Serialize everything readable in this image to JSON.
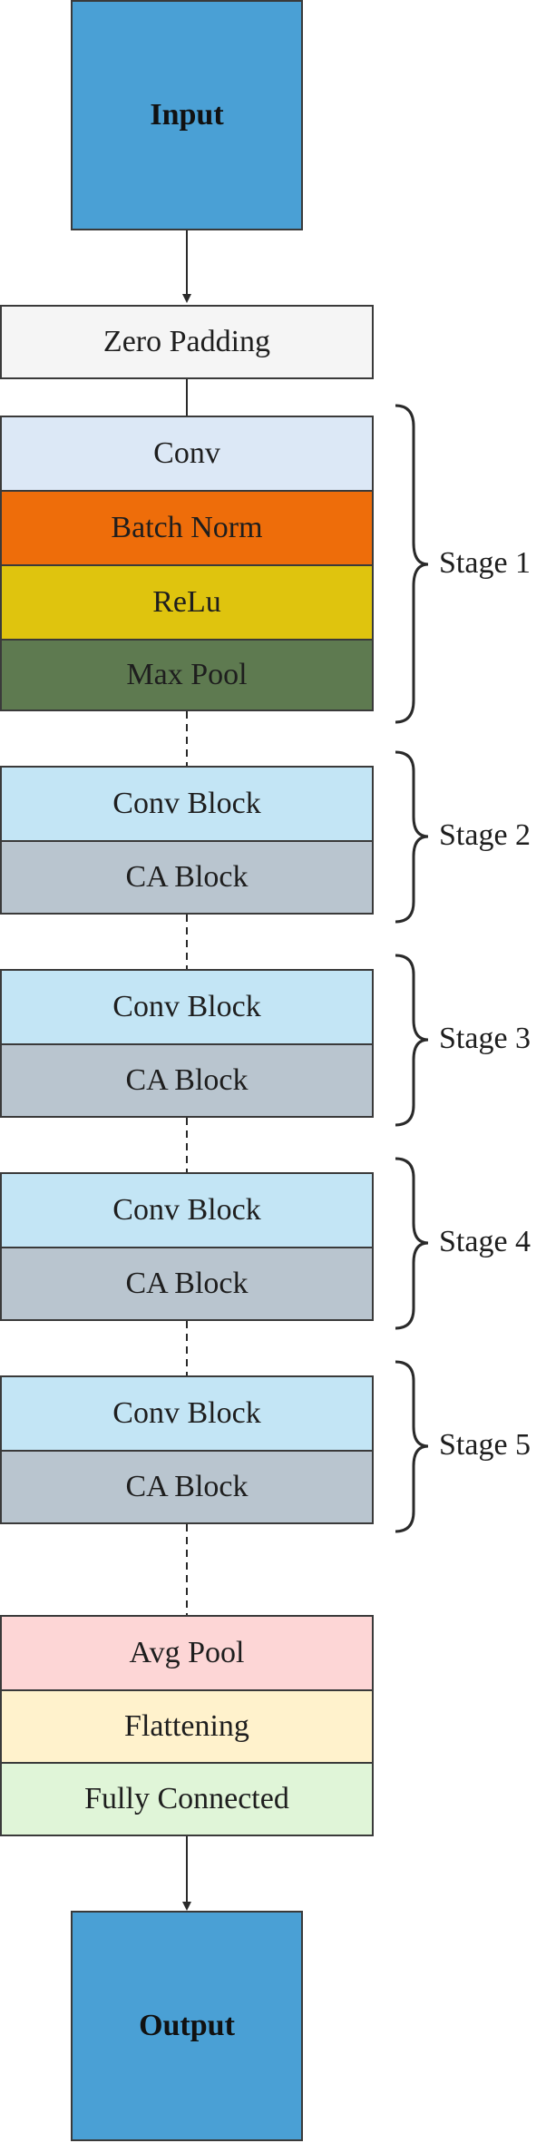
{
  "input_label": "Input",
  "output_label": "Output",
  "zero_padding": "Zero Padding",
  "stage1": {
    "label": "Stage 1",
    "layers": [
      "Conv",
      "Batch Norm",
      "ReLu",
      "Max Pool"
    ]
  },
  "stages": [
    {
      "label": "Stage 2",
      "conv": "Conv Block",
      "ca": "CA Block"
    },
    {
      "label": "Stage 3",
      "conv": "Conv Block",
      "ca": "CA Block"
    },
    {
      "label": "Stage 4",
      "conv": "Conv Block",
      "ca": "CA Block"
    },
    {
      "label": "Stage 5",
      "conv": "Conv Block",
      "ca": "CA Block"
    }
  ],
  "head": [
    "Avg Pool",
    "Flattening",
    "Fully Connected"
  ],
  "colors": {
    "io": "#4aa0d5",
    "zero_padding": "#f5f5f5",
    "conv": "#dce8f6",
    "batch_norm": "#ee6d0a",
    "relu": "#dfc40e",
    "max_pool": "#5e7a50",
    "conv_block": "#c3e5f5",
    "ca_block": "#b9c5cf",
    "avg_pool": "#fdd6d6",
    "flattening": "#fff2cc",
    "fully_connected": "#e0f5d8"
  }
}
